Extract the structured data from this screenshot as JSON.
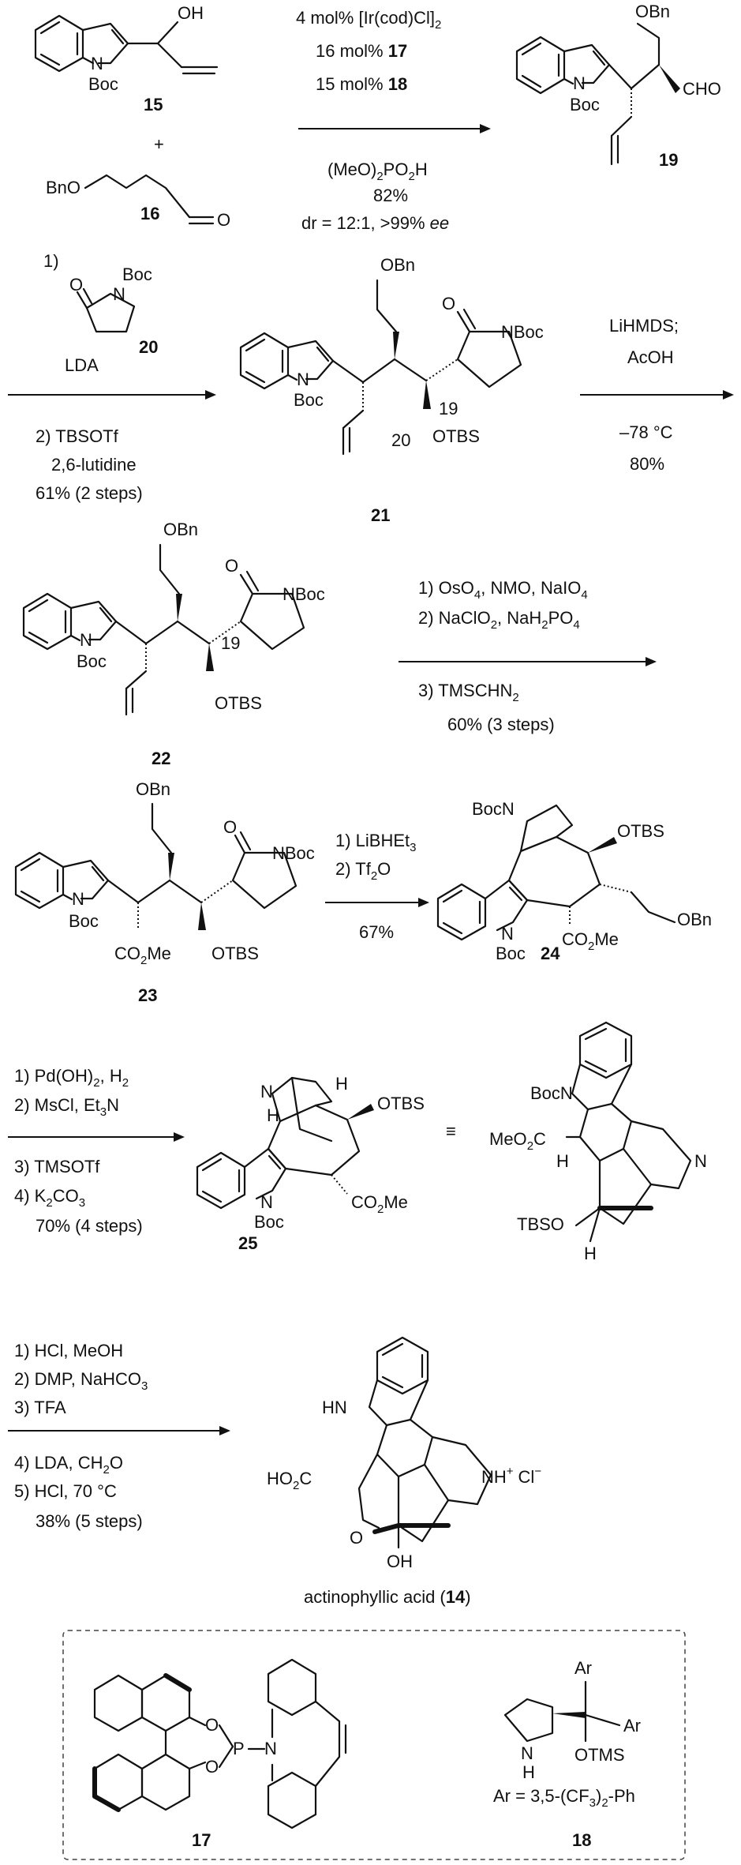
{
  "step1": {
    "reagent1": "4 mol% [Ir(cod)Cl]",
    "reagent1_sub": "2",
    "reagent2_pre": "16 mol% ",
    "reagent2_num": "17",
    "reagent3_pre": "15 mol% ",
    "reagent3_num": "18",
    "acid_a": "(MeO)",
    "acid_sub1": "2",
    "acid_b": "PO",
    "acid_sub2": "2",
    "acid_c": "H",
    "yield": "82%",
    "dr_text": "dr = 12:1, >99% ",
    "ee": "ee"
  },
  "cmpd15": {
    "num": "15",
    "oh": "OH",
    "boc": "Boc",
    "n": "N"
  },
  "plus": "+",
  "cmpd16": {
    "num": "16",
    "bno": "BnO",
    "o": "O"
  },
  "cmpd19": {
    "num": "19",
    "obn": "OBn",
    "cho": "CHO",
    "boc": "Boc",
    "n": "N"
  },
  "step2": {
    "s1": "1)",
    "boc": "Boc",
    "n": "N",
    "o": "O",
    "lda": "LDA",
    "num20": "20",
    "s2": "2) TBSOTf",
    "s2b": "2,6-lutidine",
    "yield": "61% (2 steps)"
  },
  "cmpd21": {
    "num": "21",
    "obn": "OBn",
    "o": "O",
    "nboc": "NBoc",
    "c19": "19",
    "c20": "20",
    "otbs": "OTBS",
    "boc": "Boc",
    "n": "N"
  },
  "step3": {
    "a": "LiHMDS;",
    "b": "AcOH",
    "c": "–78 °C",
    "d": "80%"
  },
  "cmpd22": {
    "num": "22",
    "obn": "OBn",
    "o": "O",
    "nboc": "NBoc",
    "c19": "19",
    "otbs": "OTBS",
    "boc": "Boc",
    "n": "N"
  },
  "step4": {
    "l1a": "1) OsO",
    "l1s": "4",
    "l1b": ", NMO, NaIO",
    "l1s2": "4",
    "l2a": "2) NaClO",
    "l2s": "2",
    "l2b": ", NaH",
    "l2s2": "2",
    "l2c": "PO",
    "l2s3": "4",
    "l3a": "3) TMSCHN",
    "l3s": "2",
    "yield": "60% (3 steps)"
  },
  "cmpd23": {
    "num": "23",
    "obn": "OBn",
    "o": "O",
    "nboc": "NBoc",
    "co2me": "CO",
    "co2me_sub": "2",
    "co2me_b": "Me",
    "otbs": "OTBS",
    "boc": "Boc",
    "n": "N"
  },
  "step5": {
    "l1a": "1) LiBHEt",
    "l1s": "3",
    "l2a": "2) Tf",
    "l2s": "2",
    "l2b": "O",
    "yield": "67%"
  },
  "cmpd24": {
    "num": "24",
    "bocn": "BocN",
    "otbs": "OTBS",
    "obn": "OBn",
    "co2me": "CO",
    "co2me_sub": "2",
    "co2me_b": "Me",
    "boc": "Boc",
    "n": "N"
  },
  "step6": {
    "l1a": "1) Pd(OH)",
    "l1s": "2",
    "l1b": ", H",
    "l1s2": "2",
    "l2a": "2) MsCl, Et",
    "l2s": "3",
    "l2b": "N",
    "l3": "3) TMSOTf",
    "l4a": "4) K",
    "l4s": "2",
    "l4b": "CO",
    "l4s2": "3",
    "yield": "70% (4 steps)"
  },
  "cmpd25": {
    "num": "25",
    "n": "N",
    "h1": "H",
    "h2": "H",
    "otbs": "OTBS",
    "co2me": "CO",
    "co2me_sub": "2",
    "co2me_b": "Me",
    "boc": "Boc",
    "n2": "N"
  },
  "equiv": "≡",
  "cmpd25b": {
    "bocn": "BocN",
    "meo2c_a": "MeO",
    "meo2c_s": "2",
    "meo2c_b": "C",
    "h": "H",
    "n": "N",
    "tbso": "TBSO",
    "h2": "H"
  },
  "step7": {
    "l1": "1) HCl, MeOH",
    "l2a": "2) DMP, NaHCO",
    "l2s": "3",
    "l3": "3) TFA",
    "l4a": "4) LDA, CH",
    "l4s": "2",
    "l4b": "O",
    "l5": "5) HCl, 70 °C",
    "yield": "38% (5 steps)"
  },
  "cmpd14": {
    "hn": "HN",
    "ho2c_a": "HO",
    "ho2c_s": "2",
    "ho2c_b": "C",
    "nh": "NH",
    "plus": "+",
    "cl": "Cl",
    "minus": "−",
    "o": "O",
    "oh": "OH",
    "name": "actinophyllic acid (",
    "num": "14",
    "close": ")"
  },
  "cmpd17": {
    "num": "17",
    "o1": "O",
    "o2": "O",
    "p": "P",
    "n": "N"
  },
  "cmpd18": {
    "num": "18",
    "ar1": "Ar",
    "ar2": "Ar",
    "n": "N",
    "h": "H",
    "otms": "OTMS",
    "ar_def": "Ar = 3,5-(CF",
    "ar_def_s": "3",
    "ar_def_b": ")",
    "ar_def_s2": "2",
    "ar_def_c": "-Ph"
  }
}
